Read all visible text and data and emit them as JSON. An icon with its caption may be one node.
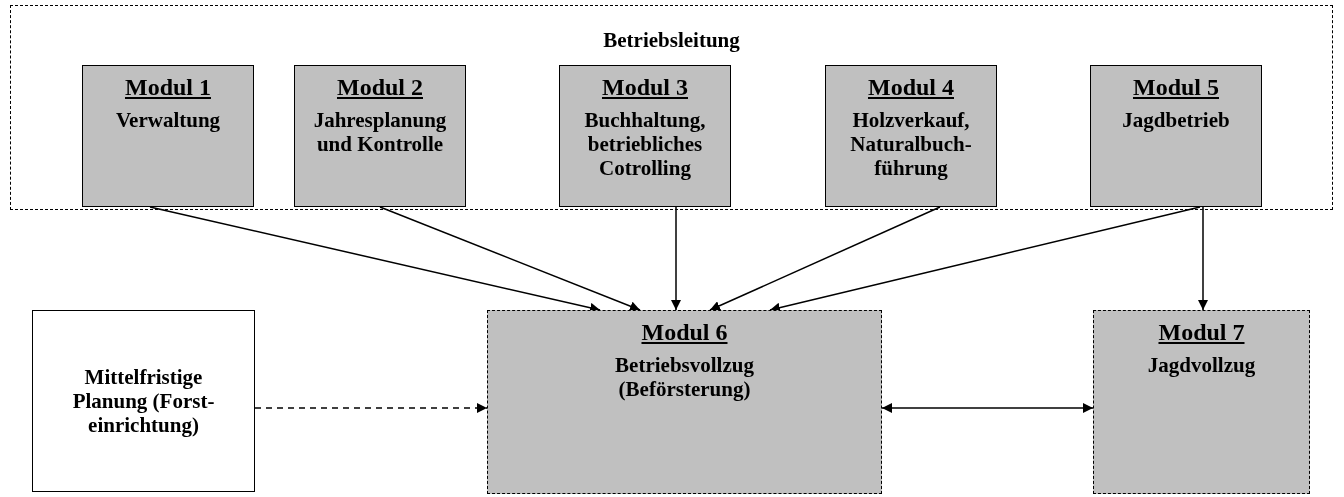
{
  "diagram": {
    "nodes": [
      {
        "text": [
          "Betriebsleitung"
        ]
      },
      {
        "text": [
          "Modul 1",
          "Verwaltung"
        ],
        "in": 0
      },
      {
        "text": [
          "Modul 2",
          "Jahresplanung und Kontrolle"
        ],
        "in": 0
      },
      {
        "text": [
          "Modul 3",
          "Buchhaltung, betriebliches Cotrolling"
        ],
        "in": 0
      },
      {
        "text": [
          "Modul 4",
          "Holzverkauf, Naturalbuch-führung"
        ],
        "in": 0
      },
      {
        "text": [
          "Modul 5",
          "Jagdbetrieb"
        ],
        "in": 0
      },
      {
        "text": [
          "Mittelfristige Planung (Forst-einrichtung)"
        ]
      },
      {
        "text": [
          "Modul 6",
          "Betriebsvollzug (Beförsterung)"
        ]
      },
      {
        "text": [
          "Modul 7",
          "Jagdvollzug"
        ]
      }
    ],
    "edges": [
      {
        "from": 1,
        "to": 7,
        "arrow": "to"
      },
      {
        "from": 2,
        "to": 7,
        "arrow": "to"
      },
      {
        "from": 3,
        "to": 7,
        "arrow": "to"
      },
      {
        "from": 4,
        "to": 7,
        "arrow": "to"
      },
      {
        "from": 5,
        "to": 7,
        "arrow": "to"
      },
      {
        "from": 5,
        "to": 8,
        "arrow": "to"
      },
      {
        "from": 6,
        "to": 7,
        "arrow": "to",
        "style": "dashed"
      },
      {
        "from": 7,
        "to": 8,
        "arrow": "both"
      }
    ]
  }
}
